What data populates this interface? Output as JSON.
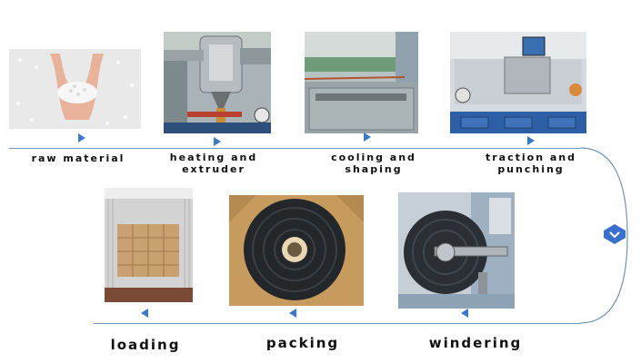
{
  "steps_top": [
    {
      "id": "raw",
      "label": "raw material"
    },
    {
      "id": "extruder",
      "label": "heating and extruder"
    },
    {
      "id": "cooling",
      "label": "cooling and shaping"
    },
    {
      "id": "traction",
      "label": "traction and punching"
    }
  ],
  "steps_bottom": [
    {
      "id": "winding",
      "label": "windering"
    },
    {
      "id": "packing",
      "label": "packing"
    },
    {
      "id": "loading",
      "label": "loading"
    }
  ],
  "colors": {
    "line": "#6f94b8",
    "marker": "#3c78c8",
    "badge": "#3b6fcc"
  },
  "icons": {
    "turn": "chevron-down-icon"
  }
}
